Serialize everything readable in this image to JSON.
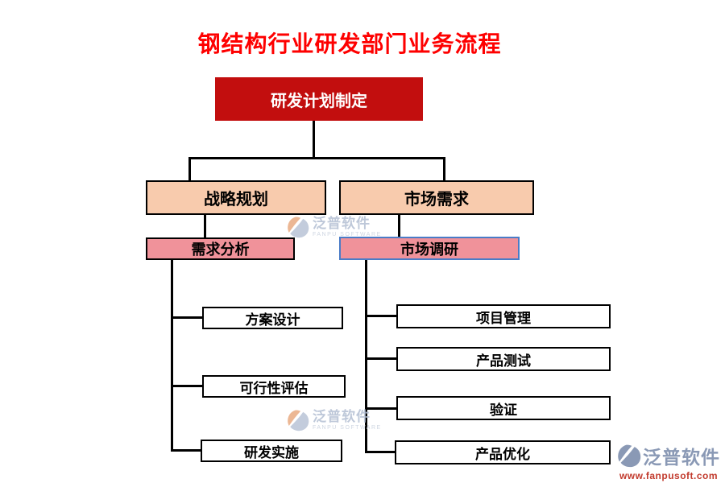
{
  "title": "钢结构行业研发部门业务流程",
  "flowchart": {
    "root": {
      "label": "研发计划制定"
    },
    "level2": [
      {
        "label": "战略规划"
      },
      {
        "label": "市场需求"
      }
    ],
    "level3": [
      {
        "label": "需求分析"
      },
      {
        "label": "市场调研"
      }
    ],
    "left_branches": [
      "方案设计",
      "可行性评估",
      "研发实施"
    ],
    "right_branches": [
      "项目管理",
      "产品测试",
      "验证",
      "产品优化"
    ]
  },
  "watermark": {
    "brand": "泛普软件",
    "brand_en": "FANPU SOFTWARE"
  },
  "footer_logo": {
    "brand": "泛普软件",
    "url": "www.fanpusoft.com"
  },
  "colors": {
    "title_red": "#fe0000",
    "root_fill": "#c20e0e",
    "level2_fill": "#f8cbad",
    "level3_fill": "#f0929a",
    "level3_alt_border": "#4a7cc7",
    "connector": "#000000",
    "watermark_gray_blue": "#b3bfd3",
    "footer_brand_blue": "#8a99b5",
    "footer_url_red": "#c23b2e"
  }
}
